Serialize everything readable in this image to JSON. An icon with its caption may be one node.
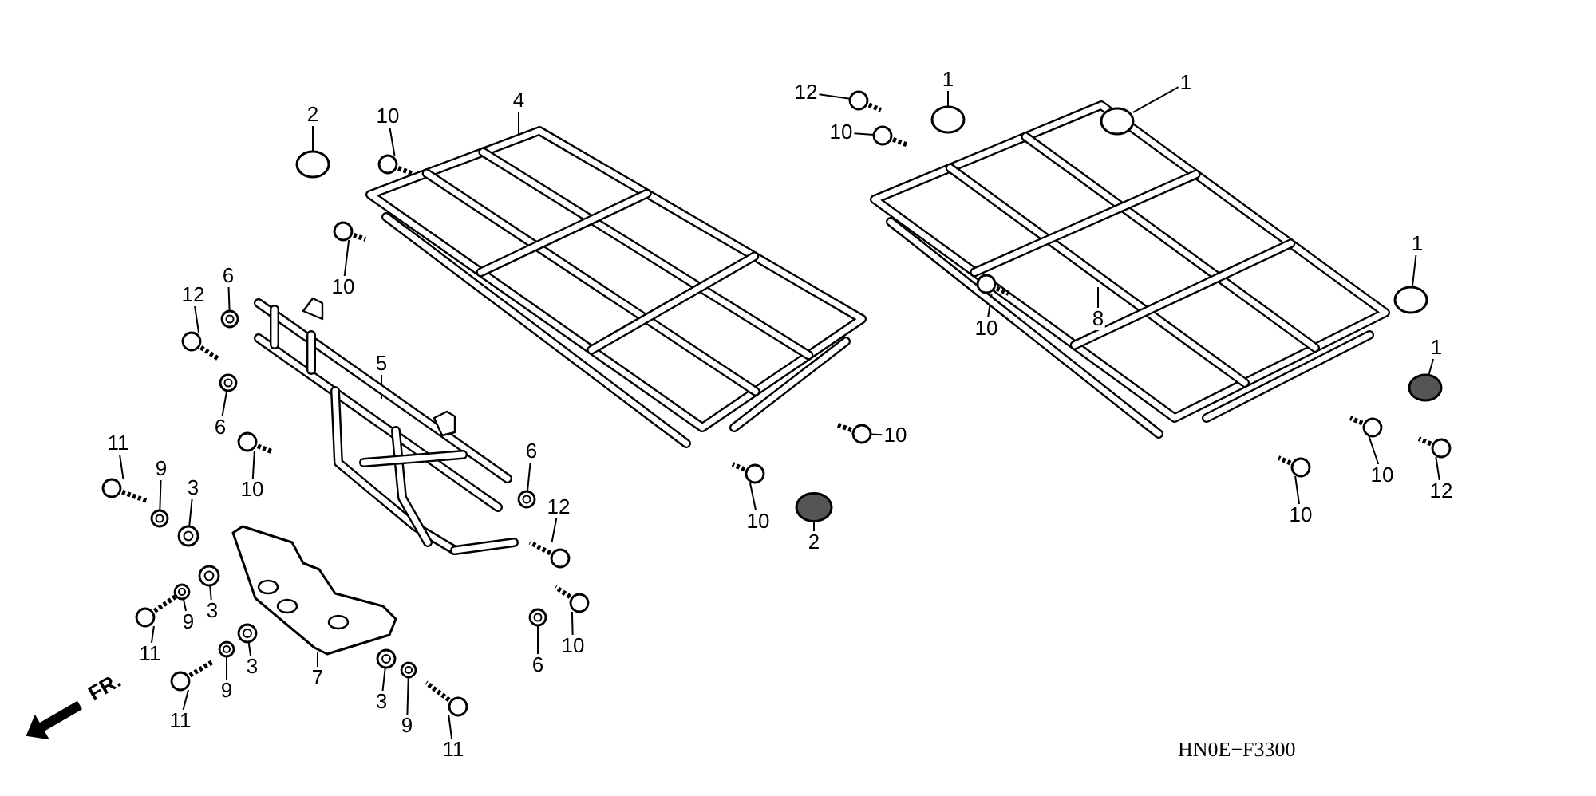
{
  "diagram": {
    "nodes": [
      {
        "text": [
          "12"
        ]
      },
      {
        "text": [
          "1"
        ]
      },
      {
        "text": [
          "1"
        ]
      },
      {
        "text": [
          "4"
        ]
      },
      {
        "text": [
          "2"
        ]
      },
      {
        "text": [
          "10"
        ]
      },
      {
        "text": [
          "10"
        ]
      },
      {
        "text": [
          "1"
        ]
      },
      {
        "text": [
          "10"
        ]
      },
      {
        "text": [
          "6"
        ]
      },
      {
        "text": [
          "12"
        ]
      },
      {
        "text": [
          "10"
        ]
      },
      {
        "text": [
          "8"
        ]
      },
      {
        "text": [
          "10"
        ]
      },
      {
        "text": [
          "1"
        ]
      },
      {
        "text": [
          "5"
        ]
      },
      {
        "text": [
          "6"
        ]
      },
      {
        "text": [
          "11"
        ]
      },
      {
        "text": [
          "9"
        ]
      },
      {
        "text": [
          "3"
        ]
      },
      {
        "text": [
          "6"
        ]
      },
      {
        "text": [
          "10"
        ]
      },
      {
        "text": [
          "10"
        ]
      },
      {
        "text": [
          "10"
        ]
      },
      {
        "text": [
          "12"
        ]
      },
      {
        "text": [
          "12"
        ]
      },
      {
        "text": [
          "2"
        ]
      },
      {
        "text": [
          "10"
        ]
      },
      {
        "text": [
          "3"
        ]
      },
      {
        "text": [
          "9"
        ]
      },
      {
        "text": [
          "11"
        ]
      },
      {
        "text": [
          "6"
        ]
      },
      {
        "text": [
          "10"
        ]
      },
      {
        "text": [
          "3"
        ]
      },
      {
        "text": [
          "7"
        ]
      },
      {
        "text": [
          "9"
        ]
      },
      {
        "text": [
          "11"
        ]
      },
      {
        "text": [
          "3"
        ]
      },
      {
        "text": [
          "9"
        ]
      },
      {
        "text": [
          "11"
        ]
      },
      {
        "text": [],
        "shape": "bolt"
      },
      {
        "text": [],
        "shape": "circle"
      },
      {
        "text": [],
        "shape": "circle"
      },
      {
        "text": [],
        "shape": "circle"
      },
      {
        "text": [],
        "shape": "bolt"
      },
      {
        "text": [],
        "shape": "bolt"
      },
      {
        "text": [],
        "shape": "circle"
      },
      {
        "text": [],
        "shape": "bolt"
      },
      {
        "text": [],
        "shape": "circle"
      },
      {
        "text": [],
        "shape": "bolt"
      },
      {
        "text": [],
        "shape": "bolt"
      },
      {
        "text": [],
        "shape": "bolt"
      },
      {
        "text": [],
        "shape": "circle"
      },
      {
        "text": [],
        "shape": "circle"
      },
      {
        "text": [],
        "shape": "bolt"
      },
      {
        "text": [],
        "shape": "circle"
      },
      {
        "text": [],
        "shape": "circle"
      },
      {
        "text": [],
        "shape": "circle"
      },
      {
        "text": [],
        "shape": "bolt"
      },
      {
        "text": [],
        "shape": "bolt"
      },
      {
        "text": [],
        "shape": "bolt"
      },
      {
        "text": [],
        "shape": "bolt"
      },
      {
        "text": [],
        "shape": "bolt"
      },
      {
        "text": [],
        "shape": "circle"
      },
      {
        "text": [],
        "shape": "bolt"
      },
      {
        "text": [],
        "shape": "circle"
      },
      {
        "text": [],
        "shape": "circle"
      },
      {
        "text": [],
        "shape": "bolt"
      },
      {
        "text": [],
        "shape": "circle"
      },
      {
        "text": [],
        "shape": "bolt"
      },
      {
        "text": [],
        "shape": "circle"
      },
      {
        "text": [],
        "shape": "circle"
      },
      {
        "text": [],
        "shape": "bolt"
      },
      {
        "text": [],
        "shape": "circle"
      },
      {
        "text": [],
        "shape": "circle"
      },
      {
        "text": [],
        "shape": "bolt"
      }
    ],
    "edges": [
      {
        "from": 0,
        "to": 40,
        "arrow": "none"
      },
      {
        "from": 1,
        "to": 41,
        "arrow": "none"
      },
      {
        "from": 2,
        "to": 42,
        "arrow": "none"
      },
      {
        "from": 3,
        "to": null,
        "arrow": "none"
      },
      {
        "from": 4,
        "to": 43,
        "arrow": "none"
      },
      {
        "from": 5,
        "to": 44,
        "arrow": "none"
      },
      {
        "from": 6,
        "to": 45,
        "arrow": "none"
      },
      {
        "from": 7,
        "to": 46,
        "arrow": "none"
      },
      {
        "from": 8,
        "to": 47,
        "arrow": "none"
      },
      {
        "from": 9,
        "to": 48,
        "arrow": "none"
      },
      {
        "from": 10,
        "to": 49,
        "arrow": "none"
      },
      {
        "from": 11,
        "to": 50,
        "arrow": "none"
      },
      {
        "from": 12,
        "to": null,
        "arrow": "none"
      },
      {
        "from": 13,
        "to": 51,
        "arrow": "none"
      },
      {
        "from": 14,
        "to": 52,
        "arrow": "none"
      },
      {
        "from": 15,
        "to": null,
        "arrow": "none"
      },
      {
        "from": 16,
        "to": 53,
        "arrow": "none"
      },
      {
        "from": 17,
        "to": 54,
        "arrow": "none"
      },
      {
        "from": 18,
        "to": 55,
        "arrow": "none"
      },
      {
        "from": 19,
        "to": 56,
        "arrow": "none"
      },
      {
        "from": 20,
        "to": 57,
        "arrow": "none"
      },
      {
        "from": 21,
        "to": 58,
        "arrow": "none"
      },
      {
        "from": 22,
        "to": 59,
        "arrow": "none"
      },
      {
        "from": 23,
        "to": 60,
        "arrow": "none"
      },
      {
        "from": 24,
        "to": 61,
        "arrow": "none"
      },
      {
        "from": 25,
        "to": 62,
        "arrow": "none"
      },
      {
        "from": 26,
        "to": 63,
        "arrow": "none"
      },
      {
        "from": 27,
        "to": 64,
        "arrow": "none"
      },
      {
        "from": 28,
        "to": 65,
        "arrow": "none"
      },
      {
        "from": 29,
        "to": 66,
        "arrow": "none"
      },
      {
        "from": 30,
        "to": 67,
        "arrow": "none"
      },
      {
        "from": 31,
        "to": 68,
        "arrow": "none"
      },
      {
        "from": 32,
        "to": 69,
        "arrow": "none"
      },
      {
        "from": 33,
        "to": 70,
        "arrow": "none"
      },
      {
        "from": 34,
        "to": null,
        "arrow": "none"
      },
      {
        "from": 35,
        "to": 71,
        "arrow": "none"
      },
      {
        "from": 36,
        "to": 72,
        "arrow": "none"
      },
      {
        "from": 37,
        "to": 73,
        "arrow": "none"
      },
      {
        "from": 38,
        "to": 74,
        "arrow": "none"
      },
      {
        "from": 39,
        "to": 75,
        "arrow": "none"
      }
    ],
    "labels": [
      "FR.",
      "HN0E−F3300"
    ]
  }
}
